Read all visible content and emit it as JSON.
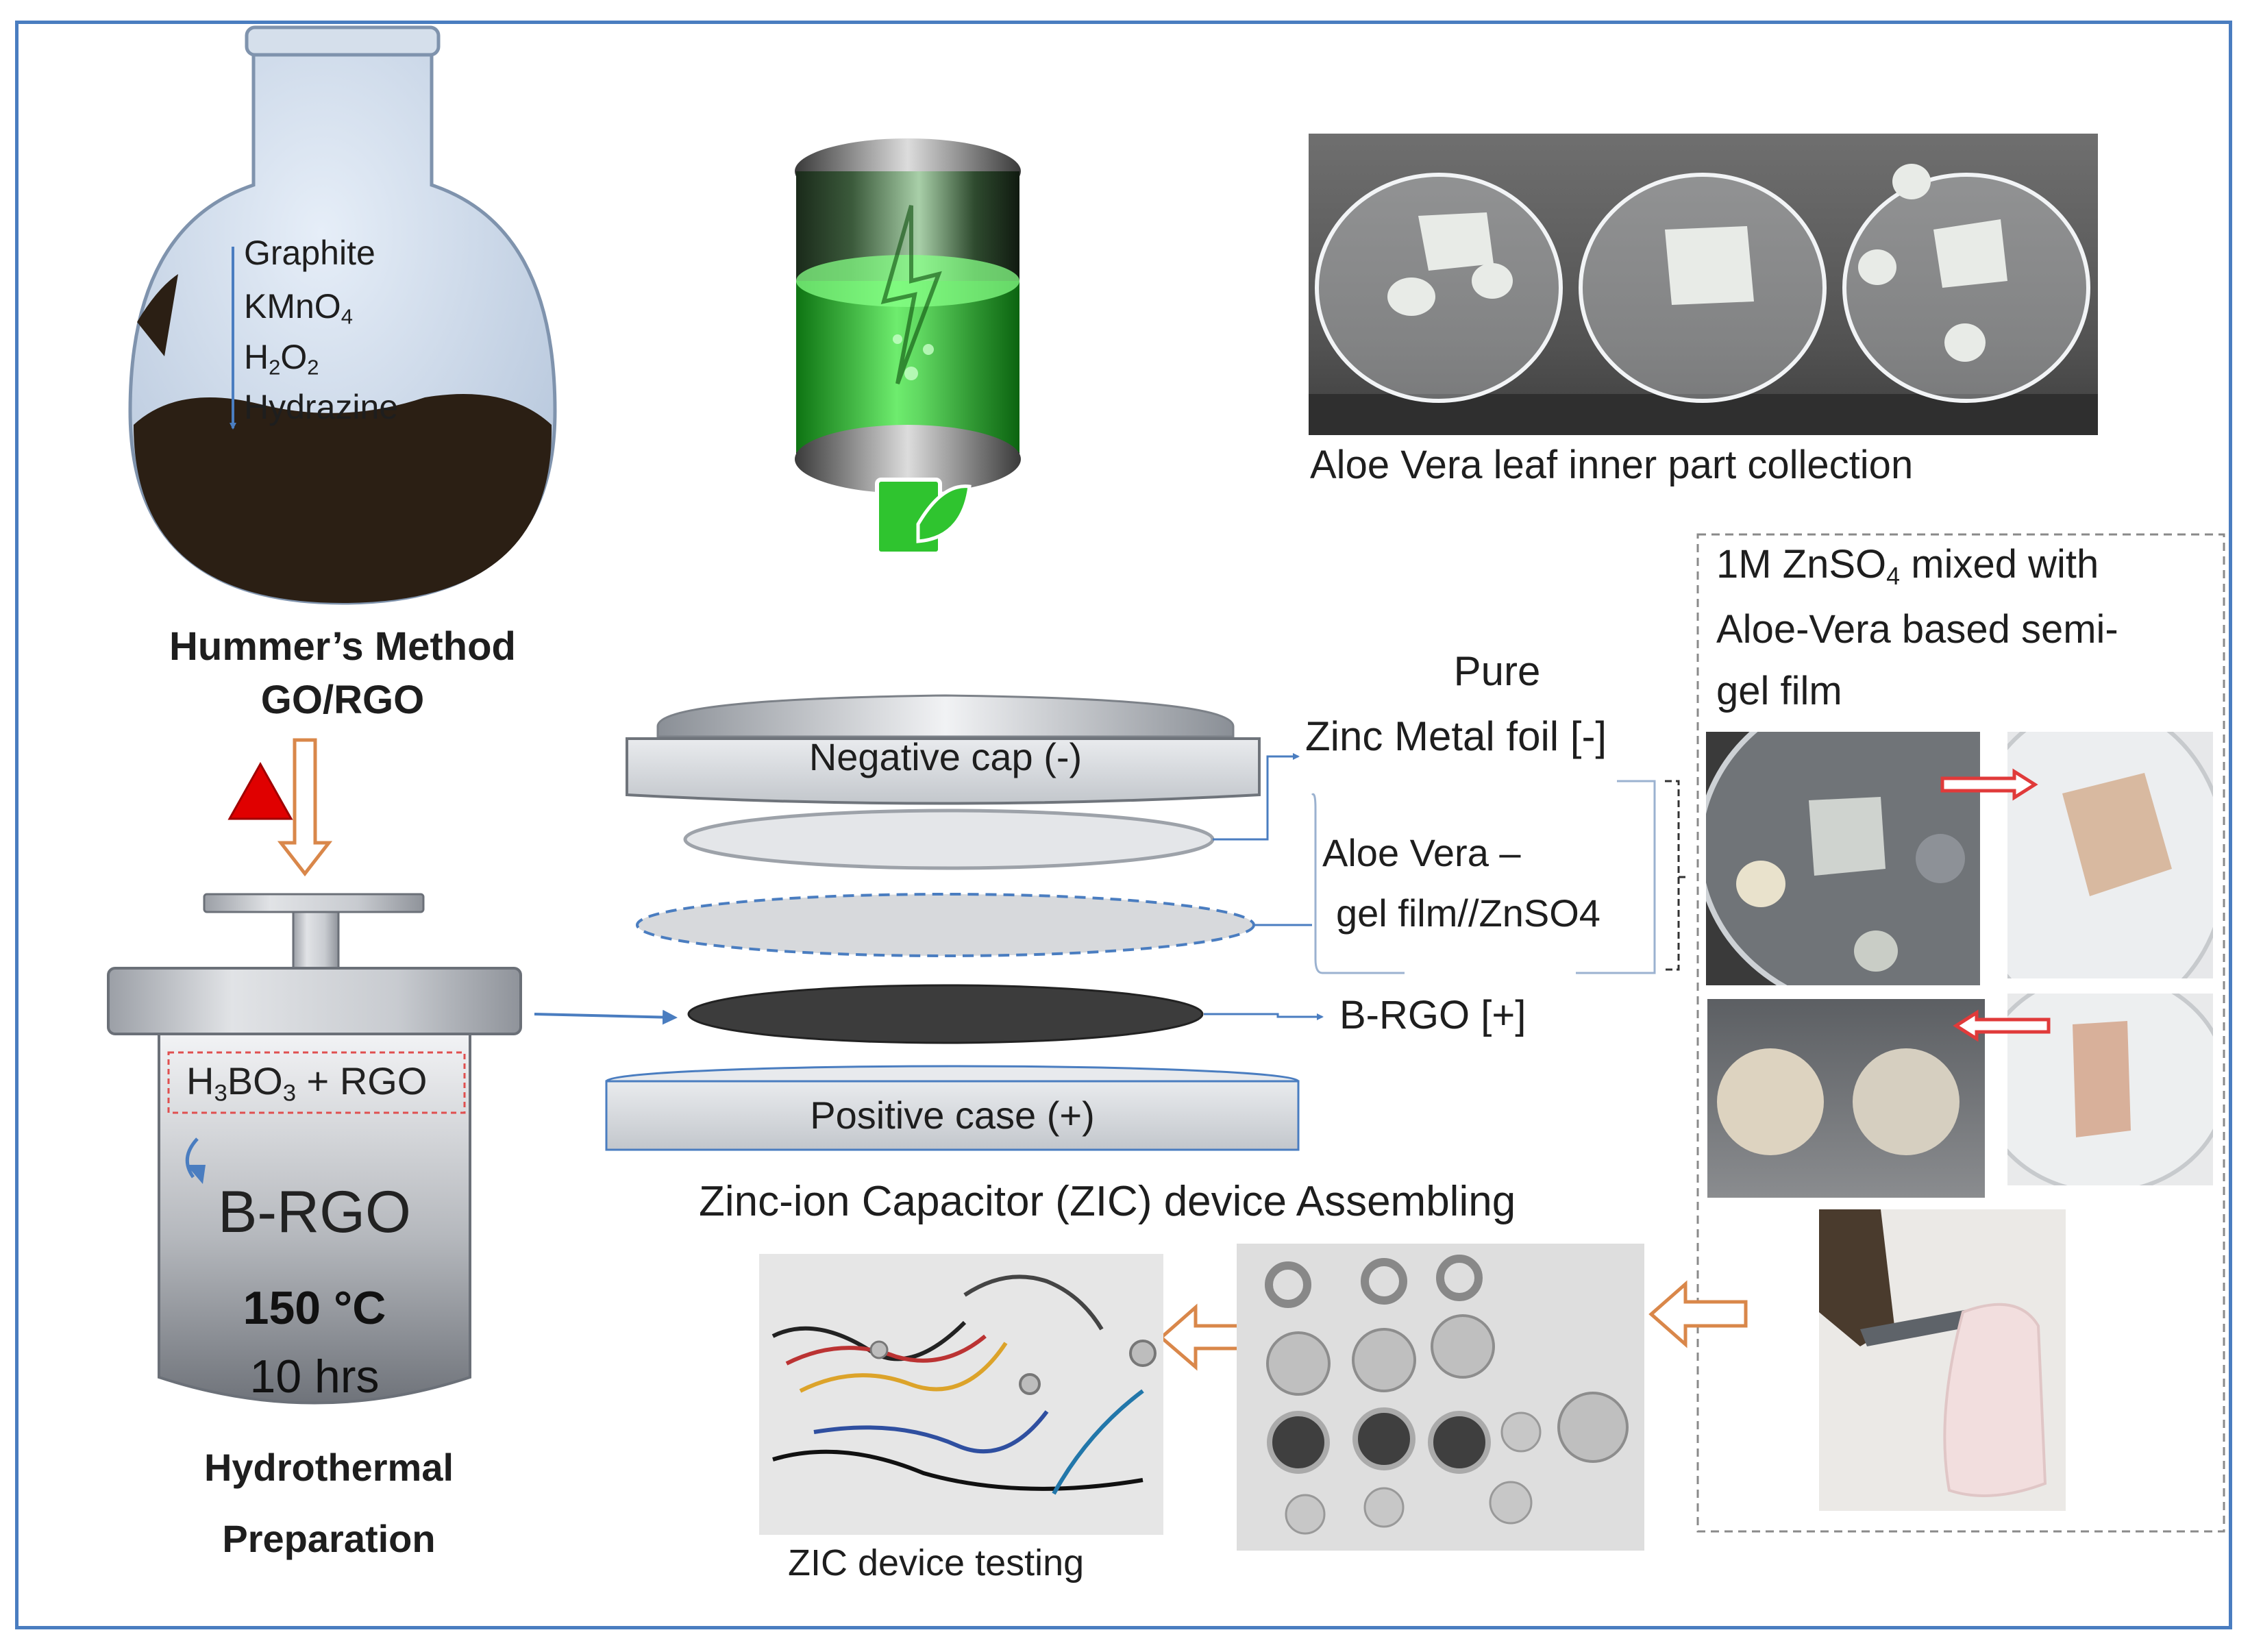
{
  "flask": {
    "reagents": [
      "Graphite",
      "KMnO",
      "H",
      "O",
      "Hydrazine"
    ],
    "subscripts": {
      "kmno": "4",
      "h": "2",
      "o": "2"
    },
    "title_line1": "Hummer’s Method",
    "title_line2": "GO/RGO"
  },
  "autoclave": {
    "content_prefix": "H",
    "content_sub": "3",
    "content_suffix": "BO",
    "content_sub2": "3",
    "content_tail": " + RGO",
    "product": "B-RGO",
    "temperature": "150 °C",
    "duration": "10 hrs",
    "title_line1": "Hydrothermal",
    "title_line2": "Preparation"
  },
  "assembly": {
    "negative_cap": "Negative cap (-)",
    "positive_case": "Positive case (+)",
    "zinc_line1": "Pure",
    "zinc_line2": "Zinc Metal foil [-]",
    "gel_line1": "Aloe Vera –",
    "gel_line2": "gel film//ZnSO4",
    "brgo": "B-RGO [+]",
    "title": "Zinc-ion Capacitor (ZIC) device Assembling"
  },
  "aloe": {
    "caption": "Aloe Vera leaf inner part collection",
    "film_line1_a": "1M ZnSO",
    "film_line1_sub": "4",
    "film_line1_b": " mixed with",
    "film_line2": "Aloe-Vera based semi-",
    "film_line3": "gel film"
  },
  "testing": {
    "caption": "ZIC device testing"
  },
  "colors": {
    "frame": "#4a7dc0",
    "arrow_blue": "#4a7dc0",
    "arrow_orange": "#d9874a",
    "arrow_red": "#e03a3a",
    "heat_triangle": "#e00000",
    "battery_green": "#3ed43e",
    "flask_liquid": "#2b1f14"
  }
}
